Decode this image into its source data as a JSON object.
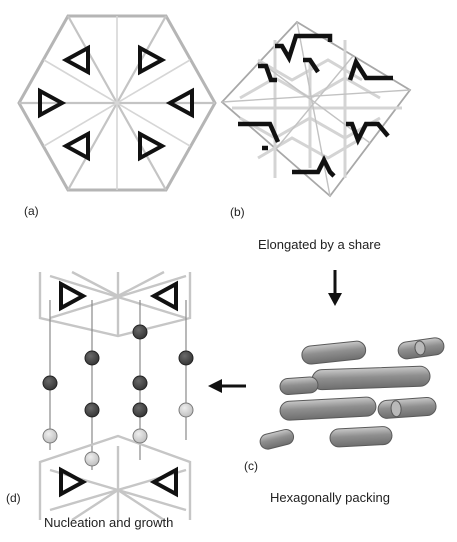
{
  "panels": {
    "a": {
      "label": "(a)"
    },
    "b": {
      "label": "(b)"
    },
    "c": {
      "label": "(c)"
    },
    "d": {
      "label": "(d)"
    }
  },
  "captions": {
    "elongated": "Elongated by a share",
    "hex_packing": "Hexagonally packing",
    "nucleation": "Nucleation and growth"
  },
  "colors": {
    "line_gray": "#b7b7b7",
    "light_gray": "#d8d8d8",
    "black": "#111111",
    "dark_ball": "#4a4a4a",
    "light_ball": "#d2d2d2",
    "rod_fill": "#9d9d9d"
  },
  "icons": [
    "triangle-icon",
    "arrow-down-icon",
    "arrow-left-icon"
  ]
}
